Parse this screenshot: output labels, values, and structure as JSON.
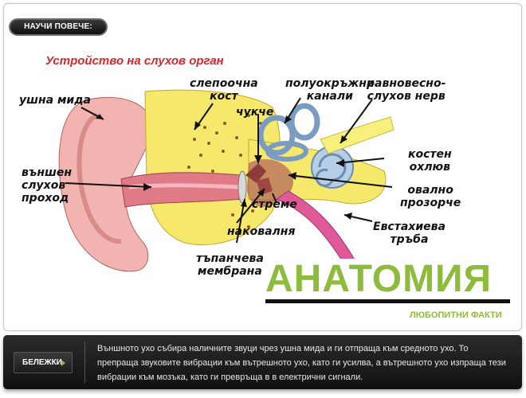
{
  "header": {
    "learn_more_label": "НАУЧИ ПОВЕЧЕ:"
  },
  "figure": {
    "title": "Устройство на слухов орган",
    "labels": {
      "pinna": "ушна мида",
      "outer_canal": "външен\nслухов\nпроход",
      "temporal_bone": "слепоочна\nкост",
      "hammer": "чукче",
      "semicircular": "полуокръжни\nканали",
      "vestibular_nerve": "равновесно-\nслухов нерв",
      "cochlea": "костен\nохлюв",
      "oval_window": "овално\nпрозорче",
      "stirrup": "стреме",
      "eustachian": "Евстахиева\nтръба",
      "anvil": "наковалня",
      "eardrum": "тъпанчева\nмембрана"
    }
  },
  "section": {
    "title": "АНАТОМИЯ",
    "subtitle": "ЛЮБОПИТНИ ФАКТИ"
  },
  "notes": {
    "label": "БЕЛЕЖКИ",
    "text": "Външното ухо събира наличните звуци чрез ушна мида и ги отпраща към средното ухо. То препраща звуковите вибрации към вътрешното ухо, като ги усилва, а вътрешното ухо изпраща тези вибрации към мозъка, като ги превръща в в електрични сигнали."
  },
  "colors": {
    "accent": "#8dbb3c",
    "title_red": "#d8272a",
    "dark": "#1a1a1a"
  }
}
